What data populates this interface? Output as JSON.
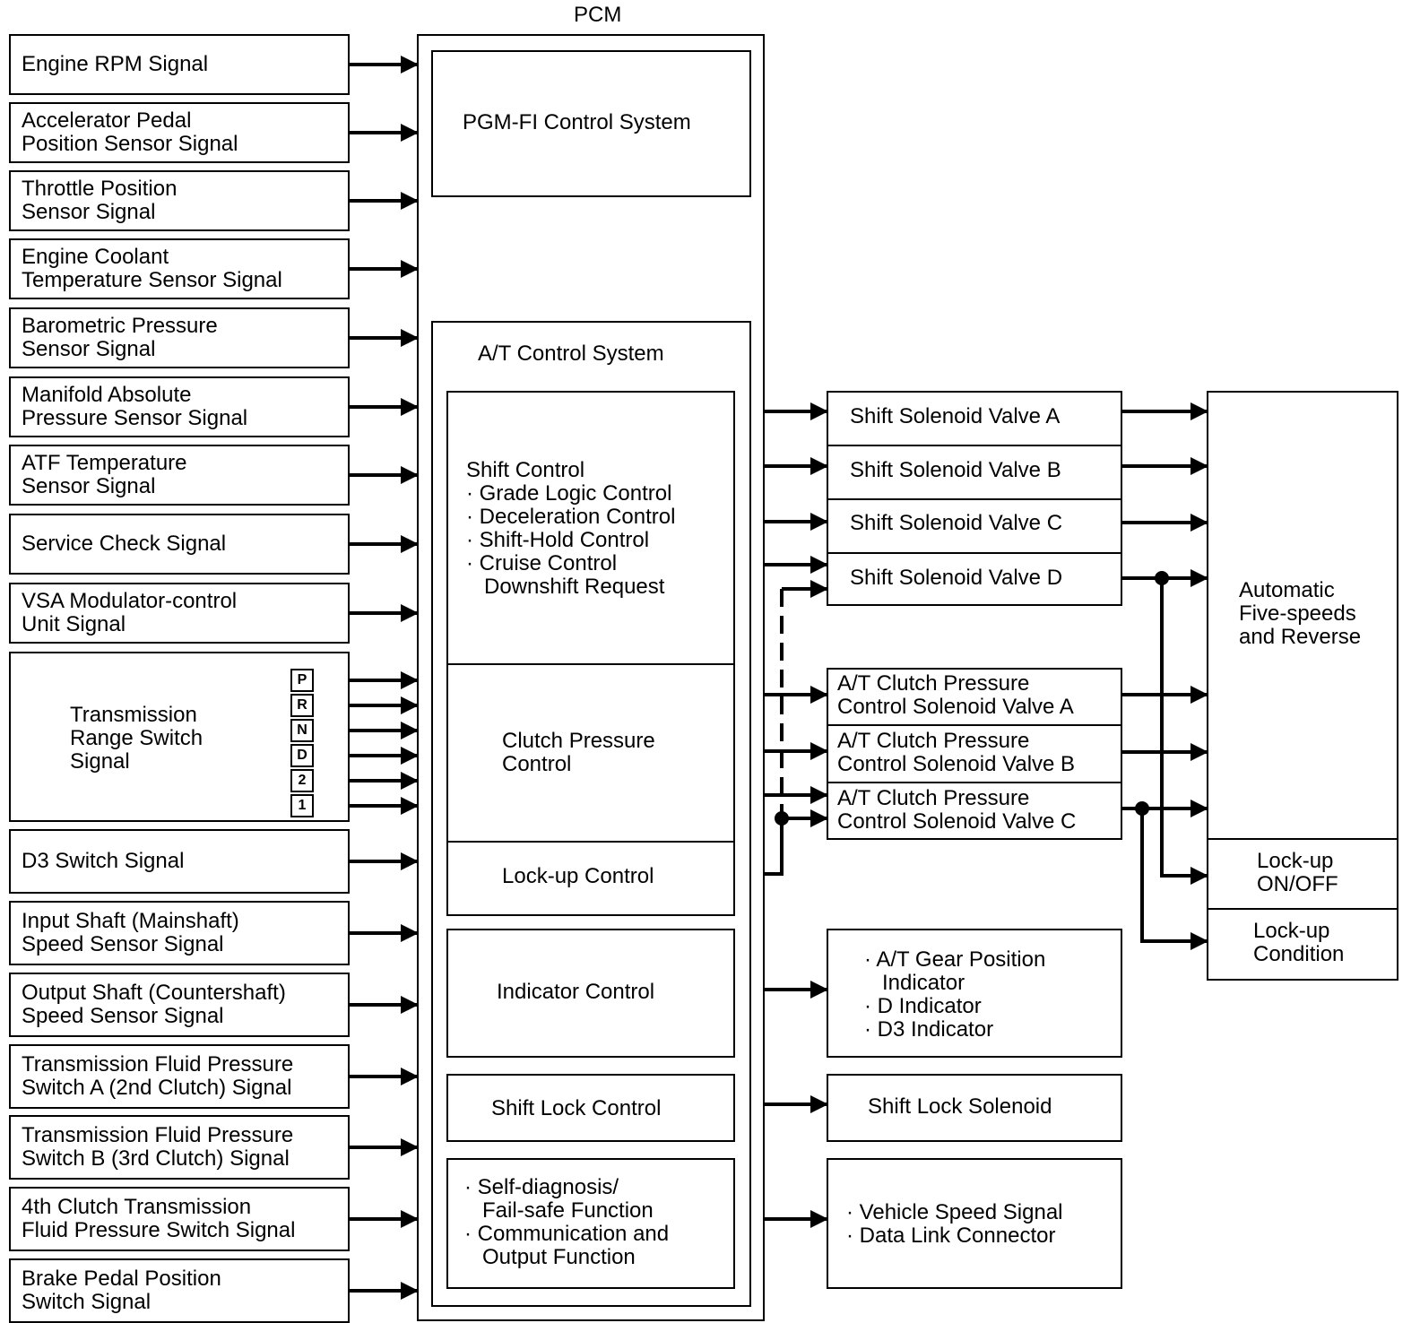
{
  "pcm": {
    "title": "PCM",
    "pgmfi": "PGM-FI Control System",
    "at_title": "A/T Control System",
    "blocks": {
      "shift_control": "Shift Control\n· Grade Logic Control\n· Deceleration Control\n· Shift-Hold Control\n· Cruise Control\n   Downshift Request",
      "clutch_pressure": "Clutch Pressure\nControl",
      "lockup": "Lock-up Control",
      "indicator": "Indicator Control",
      "shift_lock": "Shift Lock Control",
      "self_diag": "· Self-diagnosis/\n   Fail-safe Function\n· Communication and\n   Output Function"
    }
  },
  "inputs": [
    "Engine RPM Signal",
    "Accelerator Pedal\nPosition Sensor Signal",
    "Throttle Position\nSensor Signal",
    "Engine Coolant\nTemperature Sensor Signal",
    "Barometric Pressure\nSensor Signal",
    "Manifold Absolute\nPressure Sensor Signal",
    "ATF Temperature\nSensor Signal",
    "Service Check Signal",
    "VSA Modulator-control\nUnit Signal",
    "Transmission\nRange Switch\nSignal",
    "D3 Switch Signal",
    "Input Shaft (Mainshaft)\nSpeed Sensor Signal",
    "Output Shaft (Countershaft)\nSpeed Sensor Signal",
    "Transmission Fluid Pressure\nSwitch A (2nd Clutch) Signal",
    "Transmission Fluid Pressure\nSwitch B (3rd Clutch) Signal",
    "4th Clutch Transmission\nFluid Pressure Switch Signal",
    "Brake Pedal Position\nSwitch Signal"
  ],
  "range_positions": [
    "P",
    "R",
    "N",
    "D",
    "2",
    "1"
  ],
  "outputs": {
    "ssv_a": "Shift Solenoid Valve A",
    "ssv_b": "Shift Solenoid Valve B",
    "ssv_c": "Shift Solenoid Valve C",
    "ssv_d": "Shift Solenoid Valve D",
    "cpc_a": "A/T Clutch Pressure\nControl Solenoid Valve A",
    "cpc_b": "A/T Clutch Pressure\nControl Solenoid Valve B",
    "cpc_c": "A/T Clutch Pressure\nControl Solenoid Valve C",
    "indicators": "· A/T Gear Position\n   Indicator\n· D Indicator\n· D3 Indicator",
    "shift_lock_solenoid": "Shift Lock Solenoid",
    "speed_dlc": "· Vehicle Speed Signal\n· Data Link Connector"
  },
  "transmission": {
    "main": "Automatic\nFive-speeds\nand Reverse",
    "lockup_onoff": "Lock-up\nON/OFF",
    "lockup_condition": "Lock-up\nCondition"
  }
}
